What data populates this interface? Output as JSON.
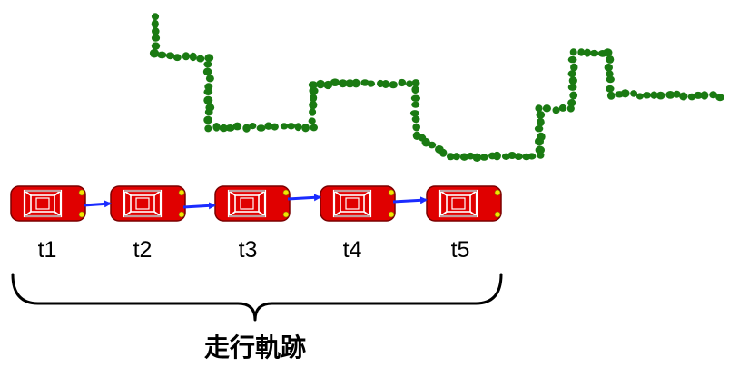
{
  "time_steps": [
    "t1",
    "t2",
    "t3",
    "t4",
    "t5"
  ],
  "caption": "走行軌跡",
  "colors": {
    "trajectory": "#1a7a12",
    "car_body": "#e00000",
    "car_outline": "#7a0000",
    "headlight": "#f5e600",
    "arrow": "#1a2bff"
  },
  "icons": {
    "car": "car-icon",
    "arrow": "arrow-right-icon",
    "brace": "curly-brace-icon"
  }
}
